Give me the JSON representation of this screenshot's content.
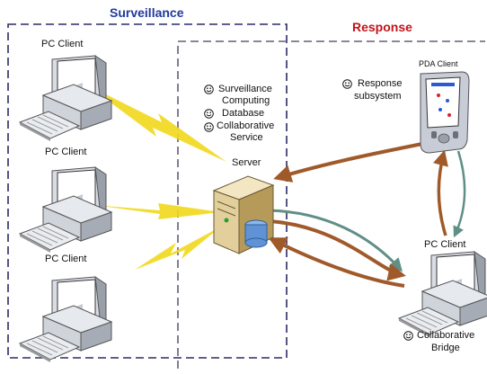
{
  "regions": {
    "surveillance_title": "Surveillance",
    "response_title": "Response"
  },
  "colors": {
    "surveillance_border": "#2b2b66",
    "response_border": "#6a5a7a",
    "surveillance_text": "#1f3a9c",
    "response_text": "#c0141c",
    "lightning": "#f2d81c",
    "arrow_brown": "#a05a2a",
    "arrow_teal": "#5f8f86"
  },
  "clients": {
    "pc1": "PC Client",
    "pc2": "PC Client",
    "pc3": "PC Client",
    "pc4": "PC Client",
    "pda": "PDA Client"
  },
  "server": {
    "label": "Server",
    "services": [
      "Surveillance",
      "Computing",
      "Database",
      "Collaborative",
      "Service"
    ]
  },
  "response_subsystem": {
    "line1": "Response",
    "line2": "subsystem"
  },
  "bridge": {
    "line1": "Collaborative",
    "line2": "Bridge"
  },
  "icons": [
    "desktop-pc-icon",
    "server-icon",
    "pda-icon",
    "smiley-icon",
    "lightning-bolt-icon"
  ]
}
